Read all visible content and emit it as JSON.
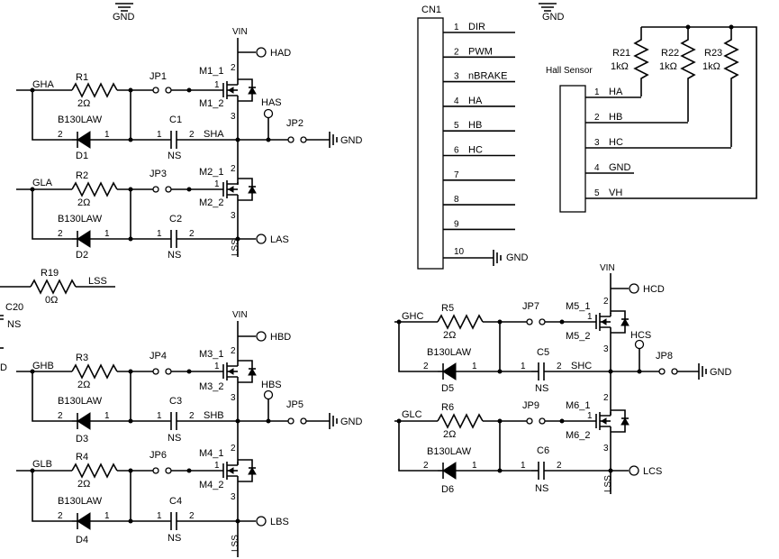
{
  "phases": [
    {
      "id": "a",
      "gate": "GHA",
      "r": "R1",
      "r_val": "2Ω",
      "d": "D1",
      "d_part": "B130LAW",
      "jp": "JP1",
      "m": "M1_1",
      "m2": "M1_2",
      "cap": "C1",
      "cap_val": "NS",
      "node": "SHA",
      "test": "HAS",
      "jp_out": "JP2",
      "gnd": "GND",
      "top": "HAD",
      "vin": "VIN",
      "p1": "1",
      "p2": "2",
      "p3": "3"
    },
    {
      "id": "a_low",
      "gate": "GLA",
      "r": "R2",
      "r_val": "2Ω",
      "d": "D2",
      "d_part": "B130LAW",
      "jp": "JP3",
      "m": "M2_1",
      "m2": "M2_2",
      "cap": "C2",
      "cap_val": "NS",
      "bot": "LAS",
      "lss": "LSS",
      "p1": "1",
      "p2": "2",
      "p3": "3"
    },
    {
      "id": "b",
      "gate": "GHB",
      "r": "R3",
      "r_val": "2Ω",
      "d": "D3",
      "d_part": "B130LAW",
      "jp": "JP4",
      "m": "M3_1",
      "m2": "M3_2",
      "cap": "C3",
      "cap_val": "NS",
      "node": "SHB",
      "test": "HBS",
      "jp_out": "JP5",
      "gnd": "GND",
      "top": "HBD",
      "vin": "VIN",
      "p1": "1",
      "p2": "2",
      "p3": "3"
    },
    {
      "id": "b_low",
      "gate": "GLB",
      "r": "R4",
      "r_val": "2Ω",
      "d": "D4",
      "d_part": "B130LAW",
      "jp": "JP6",
      "m": "M4_1",
      "m2": "M4_2",
      "cap": "C4",
      "cap_val": "NS",
      "bot": "LBS",
      "lss": "LSS",
      "p1": "1",
      "p2": "2",
      "p3": "3"
    },
    {
      "id": "c",
      "gate": "GHC",
      "r": "R5",
      "r_val": "2Ω",
      "d": "D5",
      "d_part": "B130LAW",
      "jp": "JP7",
      "m": "M5_1",
      "m2": "M5_2",
      "cap": "C5",
      "cap_val": "NS",
      "node": "SHC",
      "test": "HCS",
      "jp_out": "JP8",
      "gnd": "GND",
      "top": "HCD",
      "vin": "VIN",
      "p1": "1",
      "p2": "2",
      "p3": "3"
    },
    {
      "id": "c_low",
      "gate": "GLC",
      "r": "R6",
      "r_val": "2Ω",
      "d": "D6",
      "d_part": "B130LAW",
      "jp": "JP9",
      "m": "M6_1",
      "m2": "M6_2",
      "cap": "C6",
      "cap_val": "NS",
      "bot": "LCS",
      "lss": "LSS",
      "p1": "1",
      "p2": "2",
      "p3": "3"
    }
  ],
  "top_gnd_left": "GND",
  "top_gnd_right": "GND",
  "r19": {
    "ref": "R19",
    "val": "0Ω",
    "net": "LSS"
  },
  "c20": {
    "ref": "C20",
    "val": "NS"
  },
  "cut_label": "D",
  "connector": {
    "ref": "CN1",
    "pins": [
      {
        "n": "1",
        "label": "DIR"
      },
      {
        "n": "2",
        "label": "PWM"
      },
      {
        "n": "3",
        "label": "nBRAKE"
      },
      {
        "n": "4",
        "label": "HA"
      },
      {
        "n": "5",
        "label": "HB"
      },
      {
        "n": "6",
        "label": "HC"
      },
      {
        "n": "7",
        "label": ""
      },
      {
        "n": "8",
        "label": ""
      },
      {
        "n": "9",
        "label": ""
      },
      {
        "n": "10",
        "label": ""
      }
    ],
    "gnd": "GND"
  },
  "hall": {
    "title": "Hall Sensor",
    "pins": [
      {
        "n": "1",
        "label": "HA"
      },
      {
        "n": "2",
        "label": "HB"
      },
      {
        "n": "3",
        "label": "HC"
      },
      {
        "n": "4",
        "label": "GND"
      },
      {
        "n": "5",
        "label": "VH"
      }
    ],
    "resistors": [
      {
        "ref": "R21",
        "val": "1kΩ"
      },
      {
        "ref": "R22",
        "val": "1kΩ"
      },
      {
        "ref": "R23",
        "val": "1kΩ"
      }
    ]
  }
}
